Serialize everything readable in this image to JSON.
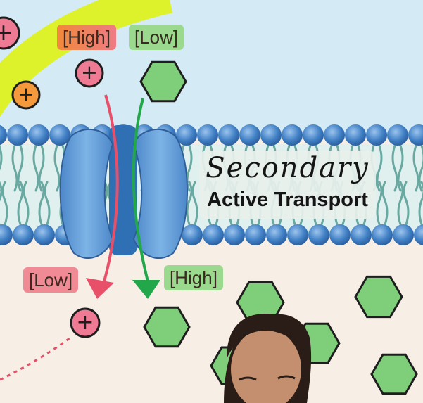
{
  "labels": {
    "high_top": "[High]",
    "low_top": "[Low]",
    "low_bottom": "[Low]",
    "high_bottom": "[High]"
  },
  "title": {
    "script": "Secondary",
    "main": "Active Transport"
  },
  "ion_symbol": "+",
  "colors": {
    "outside_bg": "#d4ebf5",
    "inside_bg": "#f7efe6",
    "membrane_head": "#3f7fc4",
    "protein": "#6ba6de",
    "ion_pink": "#ee7b93",
    "ion_orange": "#f49a3c",
    "hexagon_green": "#7fcf7a",
    "arrow_red": "#e8506a",
    "arrow_green": "#22a84a",
    "yellow_arc": "#ddf22a"
  }
}
